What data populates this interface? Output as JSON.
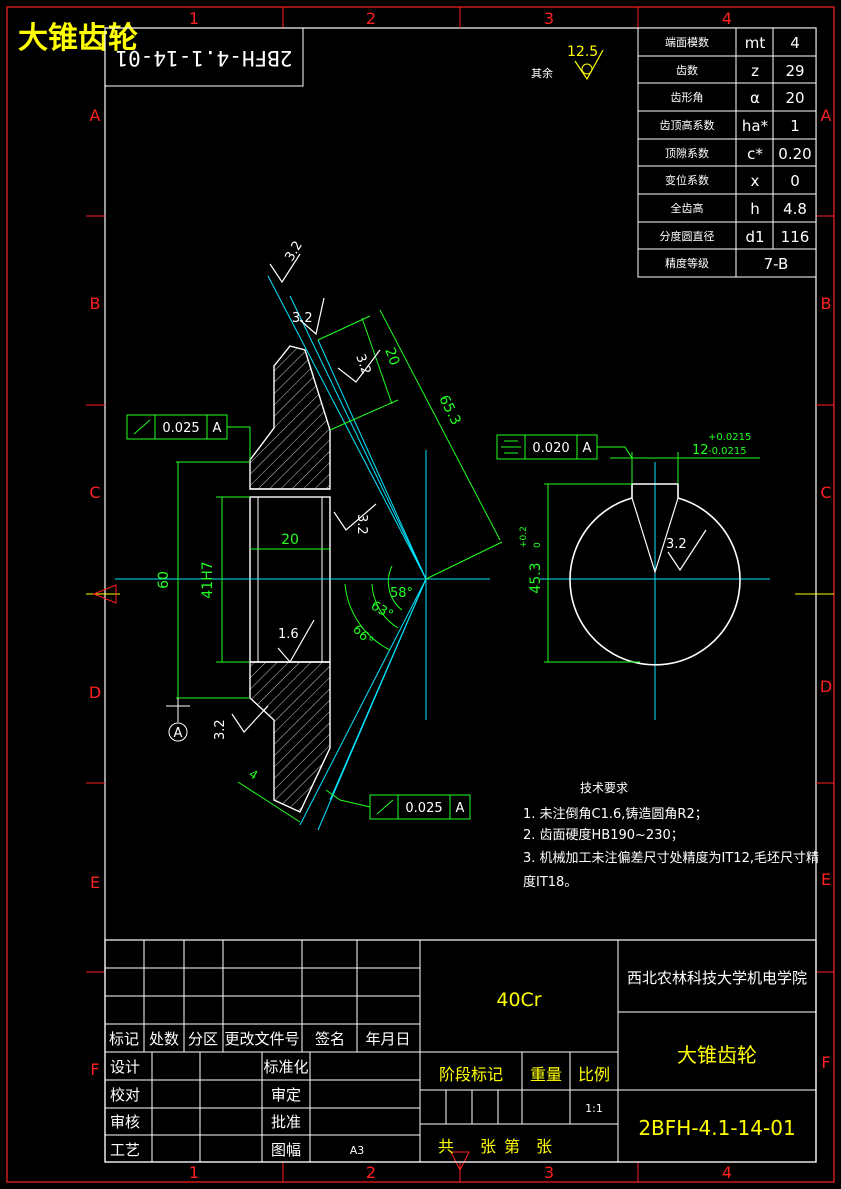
{
  "title": "大锥齿轮",
  "mirrored_code": "2BFH-4.1-14-01",
  "surface_note": {
    "roughness": "12.5",
    "label": "其余"
  },
  "zone_columns": [
    "1",
    "2",
    "3",
    "4"
  ],
  "zone_rows": [
    "A",
    "B",
    "C",
    "D",
    "E",
    "F"
  ],
  "params": [
    {
      "name": "端面模数",
      "symbol": "mt",
      "value": "4"
    },
    {
      "name": "齿数",
      "symbol": "z",
      "value": "29"
    },
    {
      "name": "齿形角",
      "symbol": "α",
      "value": "20"
    },
    {
      "name": "齿顶高系数",
      "symbol": "ha*",
      "value": "1"
    },
    {
      "name": "顶隙系数",
      "symbol": "c*",
      "value": "0.20"
    },
    {
      "name": "变位系数",
      "symbol": "x",
      "value": "0"
    },
    {
      "name": "全齿高",
      "symbol": "h",
      "value": "4.8"
    },
    {
      "name": "分度圆直径",
      "symbol": "d1",
      "value": "116"
    },
    {
      "name": "精度等级",
      "symbol": "",
      "value": "7-B"
    }
  ],
  "dims": {
    "d60": "60",
    "d41": "41H7",
    "w20": "20",
    "tooth20": "20",
    "len653": "65.3",
    "ang58": "58°",
    "ang63": "63°",
    "ang66": "66°",
    "r32a": "3.2",
    "r32b": "3.2",
    "r32c": "3.2",
    "r32d": "3.2",
    "r32e": "3.2",
    "r32f": "3.2",
    "r16": "1.6",
    "chamfer4": "4",
    "keyway": "12",
    "keyway_tol_up": "+0.0215",
    "keyway_tol_dn": "-0.0215",
    "d453": "45.3",
    "d453_tol_up": "+0.2",
    "d453_tol_dn": "0",
    "datum": "A"
  },
  "tolerances": {
    "runout1": {
      "value": "0.025",
      "datum": "A"
    },
    "runout2": {
      "value": "0.025",
      "datum": "A"
    },
    "symmetry": {
      "value": "0.020",
      "datum": "A"
    }
  },
  "tech_req": {
    "title": "技术要求",
    "items": [
      "1. 未注倒角C1.6,铸造圆角R2；",
      "2. 齿面硬度HB190~230；",
      "3. 机械加工未注偏差尺寸处精度为IT12,毛坯尺寸精",
      "度IT18。"
    ]
  },
  "title_block": {
    "material": "40Cr",
    "school": "西北农林科技大学机电学院",
    "part_name": "大锥齿轮",
    "code": "2BFH-4.1-14-01",
    "scale": "1:1",
    "sheet_size": "A3",
    "rev_headers": [
      "标记",
      "处数",
      "分区",
      "更改文件号",
      "签名",
      "年月日"
    ],
    "roles": [
      "设计",
      "校对",
      "审核",
      "工艺"
    ],
    "approvals": [
      "标准化",
      "审定",
      "批准",
      "图幅"
    ],
    "stage_headers": [
      "阶段标记",
      "重量",
      "比例"
    ],
    "sheets": [
      "共",
      "张",
      "第",
      "张"
    ]
  }
}
